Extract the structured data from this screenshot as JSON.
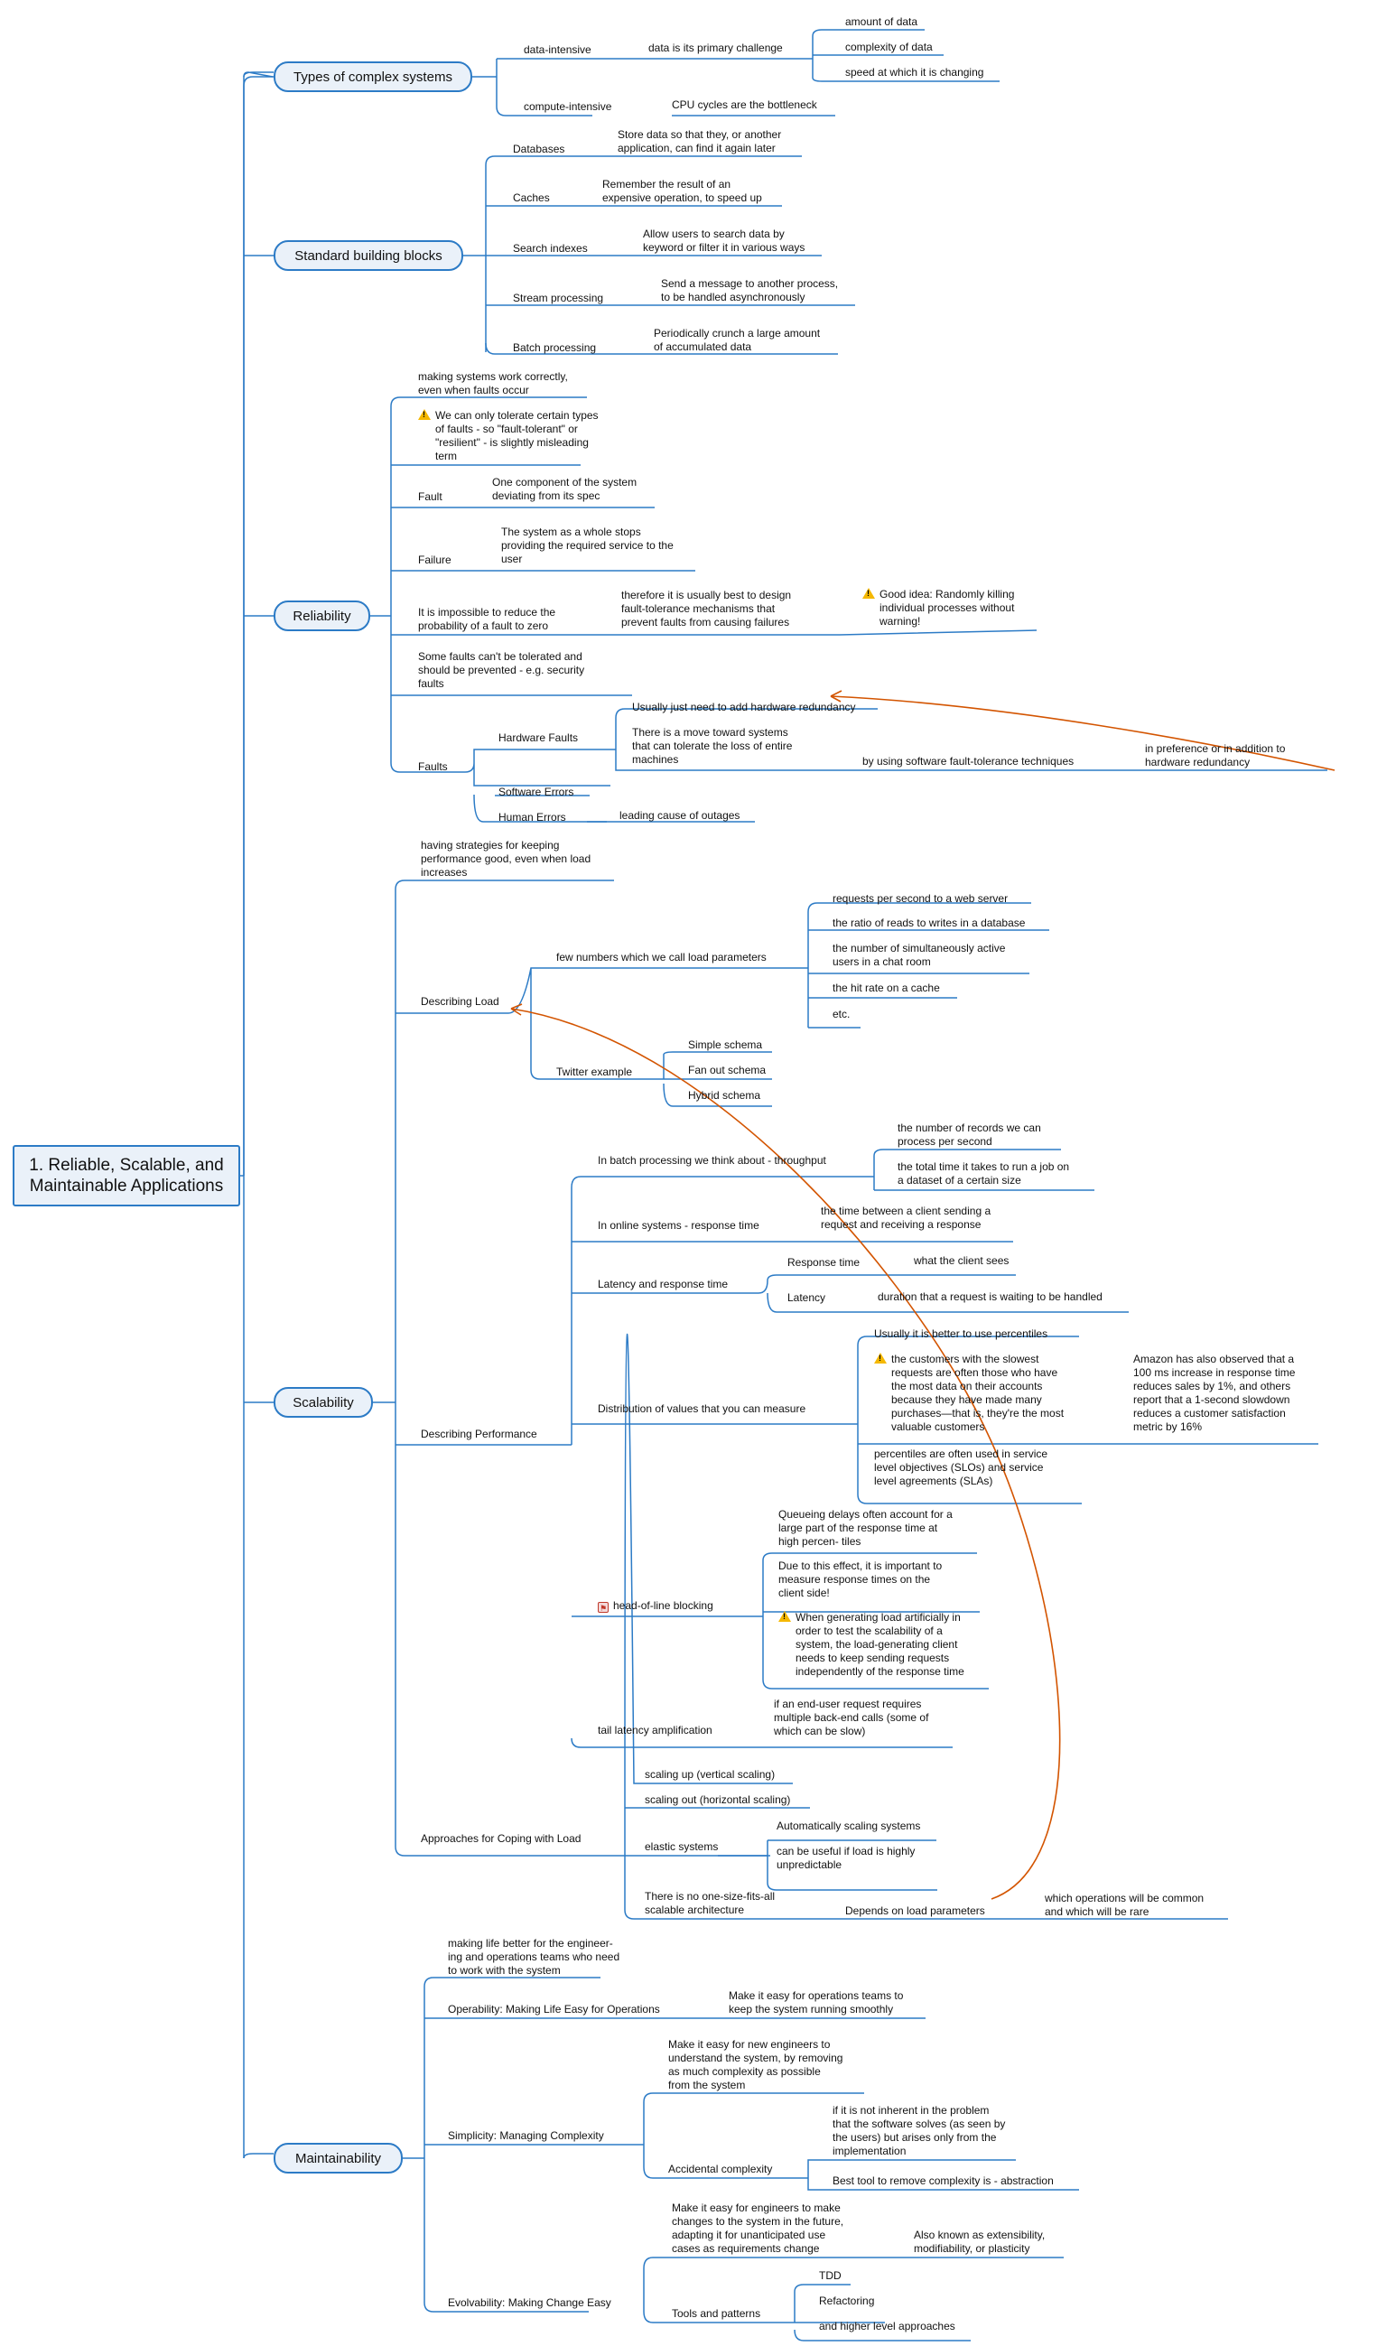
{
  "root": {
    "title": "1. Reliable, Scalable, and\nMaintainable Applications"
  },
  "types": {
    "title": "Types of complex systems",
    "data_intensive": "data-intensive",
    "primary_challenge": "data is its primary challenge",
    "amount": "amount of data",
    "complexity": "complexity of data",
    "speed": "speed at which it is changing",
    "compute_intensive": "compute-intensive",
    "cpu": "CPU cycles are the bottleneck"
  },
  "blocks": {
    "title": "Standard building blocks",
    "databases": "Databases",
    "databases_desc": "Store data so that they, or another\napplication, can find it again later",
    "caches": "Caches",
    "caches_desc": "Remember the result of an\nexpensive operation, to speed up",
    "search": "Search indexes",
    "search_desc": "Allow users to search data by\nkeyword or filter it in various ways",
    "stream": "Stream processing",
    "stream_desc": "Send a message to another process,\nto be handled asynchronously",
    "batch": "Batch processing",
    "batch_desc": "Periodically crunch a large amount\nof accumulated data"
  },
  "reliability": {
    "title": "Reliability",
    "def": "making systems work correctly,\neven when faults occur",
    "tolerate": "We can only tolerate certain types\nof faults - so \"fault-tolerant\" or\n\"resilient\" - is slightly misleading\nterm",
    "fault": "Fault",
    "fault_desc": "One component of the system\ndeviating from its spec",
    "failure": "Failure",
    "failure_desc": "The system as a whole stops\nproviding the required service to the\nuser",
    "impossible": "It is impossible to reduce the\nprobability of a fault to zero",
    "therefore": "therefore it is usually best to design\nfault-tolerance mechanisms that\nprevent faults from causing failures",
    "good_idea": "Good idea: Randomly killing\nindividual processes without\nwarning!",
    "some_faults": "Some faults can't be tolerated and\nshould be prevented - e.g. security\nfaults",
    "faults": "Faults",
    "hardware": "Hardware Faults",
    "redundancy": "Usually just need to add hardware redundancy",
    "move_toward": "There is a move toward systems\nthat can tolerate the loss of entire\nmachines",
    "software_techniques": "by using software fault-tolerance techniques",
    "preference": "in preference or in addition to\nhardware redundancy",
    "software": "Software Errors",
    "human": "Human Errors",
    "outages": "leading cause of outages"
  },
  "scalability": {
    "title": "Scalability",
    "def": "having strategies for keeping\nperformance good, even when load\nincreases",
    "describing_load": "Describing Load",
    "load_params": "few numbers which we call load parameters",
    "rps": "requests per second to a web server",
    "ratio": "the ratio of reads to writes in a database",
    "active": "the number of simultaneously active\nusers in a chat room",
    "hit_rate": "the hit rate on a cache",
    "etc": "etc.",
    "twitter": "Twitter example",
    "simple": "Simple schema",
    "fanout": "Fan out schema",
    "hybrid": "Hybrid schema",
    "describing_perf": "Describing Performance",
    "batch_throughput": "In batch processing we think about - throughput",
    "records": "the number of records we can\nprocess per second",
    "total_time": "the total time it takes to run a job on\na dataset of a certain size",
    "online_response": "In online systems - response time",
    "between": "the time between a client sending a\nrequest and receiving a response",
    "latency_response": "Latency and response time",
    "response_time": "Response time",
    "client_sees": "what the client sees",
    "latency": "Latency",
    "waiting": "duration that a request is waiting to be handled",
    "distribution": "Distribution of values that you can measure",
    "percentiles": "Usually it is better to use percentiles",
    "slowest": "the customers with the slowest\nrequests are often those who have\nthe most data on their accounts\nbecause they have made many\npurchases—that is, they're the most\nvaluable customers",
    "amazon": "Amazon has also observed that a\n100 ms increase in response time\nreduces sales by 1%, and others\nreport that a 1-second slowdown\nreduces a customer satisfaction\nmetric by 16%",
    "slo": "percentiles are often used in service\nlevel objectives (SLOs) and service\nlevel agreements (SLAs)",
    "hol": "head-of-line blocking",
    "queueing": "Queueing delays often account for a\nlarge part of the response time at\nhigh percen- tiles",
    "due_to": "Due to this effect, it is important to\nmeasure response times on the\nclient side!",
    "generating": "When generating load artificially in\norder to test the scalability of a\nsystem, the load-generating client\nneeds to keep sending requests\nindependently of the response time",
    "tail": "tail latency amplification",
    "end_user": "if an end-user request requires\nmultiple back-end calls (some of\nwhich can be slow)",
    "approaches": "Approaches for Coping with Load",
    "scale_up": "scaling up (vertical scaling)",
    "scale_out": "scaling out (horizontal scaling)",
    "elastic": "elastic systems",
    "auto": "Automatically scaling systems",
    "unpredictable": "can be useful if load is highly\nunpredictable",
    "one_size": "There is no one-size-fits-all\nscalable architecture",
    "depends": "Depends on load parameters",
    "which_ops": "which operations will be common\nand which will be rare"
  },
  "maintainability": {
    "title": "Maintainability",
    "def": "making life better for the engineer-\ning and operations teams who need\nto work with the system",
    "operability": "Operability: Making Life Easy for Operations",
    "operability_desc": "Make it easy for operations teams to\nkeep the system running smoothly",
    "simplicity": "Simplicity: Managing Complexity",
    "simplicity_desc": "Make it easy for new engineers to\nunderstand the system, by removing\nas much complexity as possible\nfrom the system",
    "accidental": "Accidental complexity",
    "accidental_desc": "if it is not inherent in the problem\nthat the software solves (as seen by\nthe users) but arises only from the\nimplementation",
    "abstraction": "Best tool to remove complexity is - abstraction",
    "evolvability": "Evolvability: Making Change Easy",
    "evolvability_desc": "Make it easy for engineers to make\nchanges to the system in the future,\nadapting it for unanticipated use\ncases as requirements change",
    "aka": "Also known as extensibility,\nmodifiability, or plasticity",
    "tools": "Tools and patterns",
    "tdd": "TDD",
    "refactoring": "Refactoring",
    "higher": "and higher level approaches"
  },
  "colors": {
    "line": "#2c7bc6",
    "arrow": "#d35400",
    "node_fill": "#eaf1f9"
  }
}
